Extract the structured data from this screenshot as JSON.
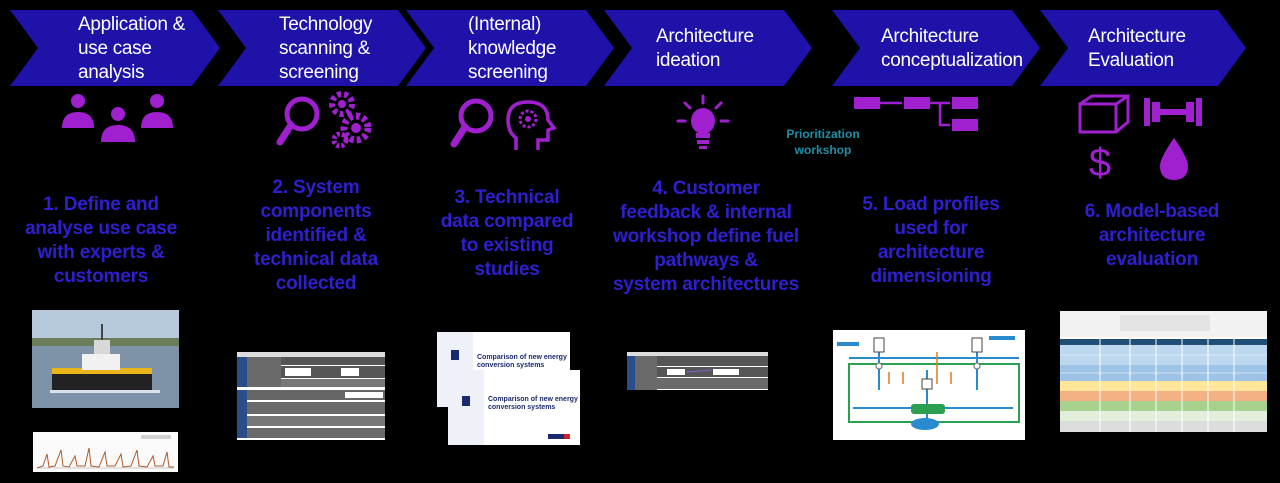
{
  "steps": [
    {
      "title_lines": [
        "Application &",
        "use case",
        "analysis"
      ],
      "description_lines": [
        "1. Define and",
        "analyse use case",
        "with experts &",
        "customers"
      ],
      "icon": "people-icon"
    },
    {
      "title_lines": [
        "Technology",
        "scanning &",
        "screening"
      ],
      "description_lines": [
        "2. System",
        "components",
        "identified &",
        "technical data",
        "collected"
      ],
      "icon": "magnifier-gears-icon"
    },
    {
      "title_lines": [
        "(Internal)",
        "knowledge",
        "screening"
      ],
      "description_lines": [
        "3. Technical",
        "data compared",
        "to existing",
        "studies"
      ],
      "icon": "magnifier-brain-icon"
    },
    {
      "title_lines": [
        "Architecture",
        "ideation"
      ],
      "description_lines": [
        "4. Customer",
        "feedback & internal",
        "workshop define fuel",
        "pathways &",
        "system architectures"
      ],
      "icon": "lightbulb-icon"
    },
    {
      "title_lines": [
        "Architecture",
        "conceptualization"
      ],
      "description_lines": [
        "5. Load profiles",
        "used for",
        "architecture",
        "dimensioning"
      ],
      "icon": "block-diagram-icon"
    },
    {
      "title_lines": [
        "Architecture",
        "Evaluation"
      ],
      "description_lines": [
        "6. Model-based",
        "architecture",
        "evaluation"
      ],
      "icon": "cube-dumbbell-dollar-drop-icon"
    }
  ],
  "workshop_note_lines": [
    "Prioritization",
    "workshop"
  ],
  "report_title_lines": [
    "Comparison of new energy",
    "conversion systems"
  ],
  "colors": {
    "arrow": "#1e12a8",
    "description": "#2f1fd0",
    "icon": "#a020d0",
    "note": "#1e8fa6",
    "background": "#000000"
  }
}
